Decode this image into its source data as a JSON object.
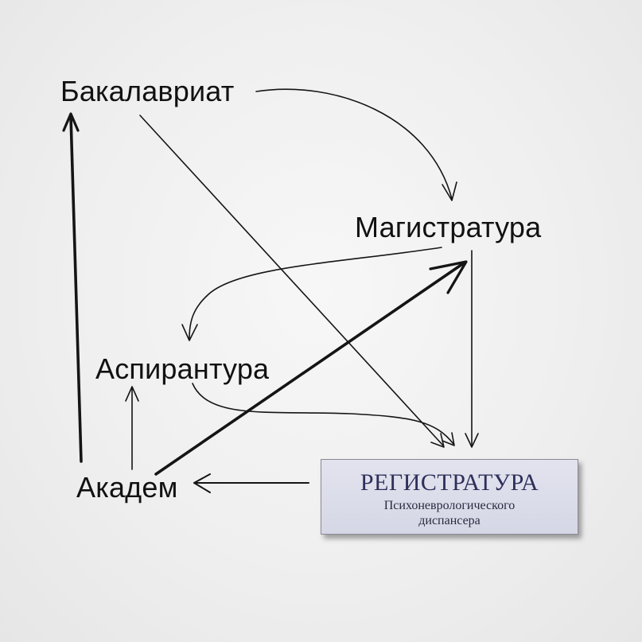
{
  "nodes": {
    "bakalavriat": "Бакалавриат",
    "magistratura": "Магистратура",
    "aspirantura": "Аспирантура",
    "akadem": "Академ"
  },
  "registry": {
    "title": "РЕГИСТРАТУРА",
    "subtitle_line1": "Психоневрологического",
    "subtitle_line2": "диспансера"
  },
  "colors": {
    "background": "#efefef",
    "text": "#111111",
    "registry_text": "#2e2f5a",
    "registry_box": "#dcdcea"
  }
}
